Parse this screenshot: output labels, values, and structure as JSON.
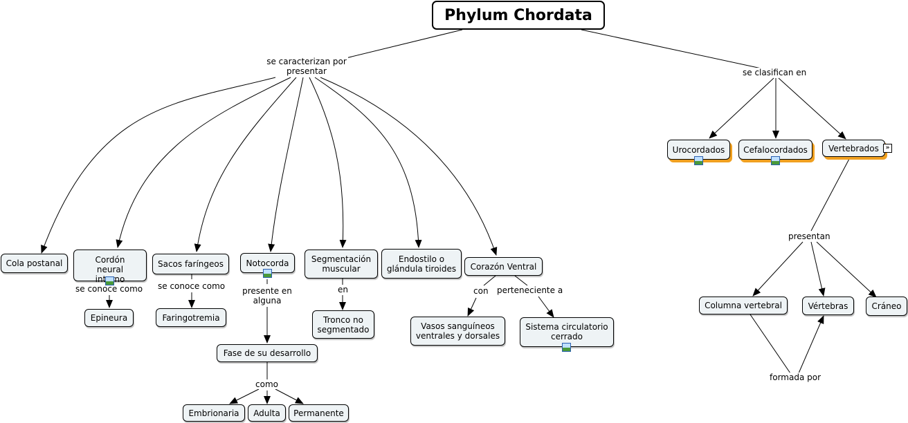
{
  "title": "Phylum Chordata",
  "links": {
    "caracterizan": "se caracterizan por presentar",
    "clasifican": "se clasifican en",
    "conoce1": "se conoce como",
    "conoce2": "se conoce como",
    "presente": "presente en alguna",
    "en": "en",
    "como": "como",
    "con": "con",
    "perteneciente": "perteneciente a",
    "presentan": "presentan",
    "formada": "formada por"
  },
  "nodes": {
    "cola": "Cola postanal",
    "cordon": "Cordón neural interno",
    "sacos": "Sacos faríngeos",
    "notocorda": "Notocorda",
    "segmentacion": "Segmentación muscular",
    "endostilo": "Endostilo o glándula tiroides",
    "corazon": "Corazón Ventral",
    "epineura": "Epineura",
    "faringotremia": "Faringotremia",
    "fase": "Fase de su desarrollo",
    "embrionaria": "Embrionaria",
    "adulta": "Adulta",
    "permanente": "Permanente",
    "tronco": "Tronco no segmentado",
    "vasos": "Vasos sanguíneos ventrales y dorsales",
    "sistema": "Sistema circulatorio cerrado",
    "urocordados": "Urocordados",
    "cefalocordados": "Cefalocordados",
    "vertebrados": "Vertebrados",
    "columna": "Columna vertebral",
    "vertebras": "Vértebras",
    "craneo": "Cráneo"
  },
  "icons": {
    "image": "image-icon",
    "expand": "expand-icon"
  },
  "colors": {
    "node_fill": "#eef3f5",
    "stack_shadow": "#f0a020",
    "line": "#000000"
  }
}
